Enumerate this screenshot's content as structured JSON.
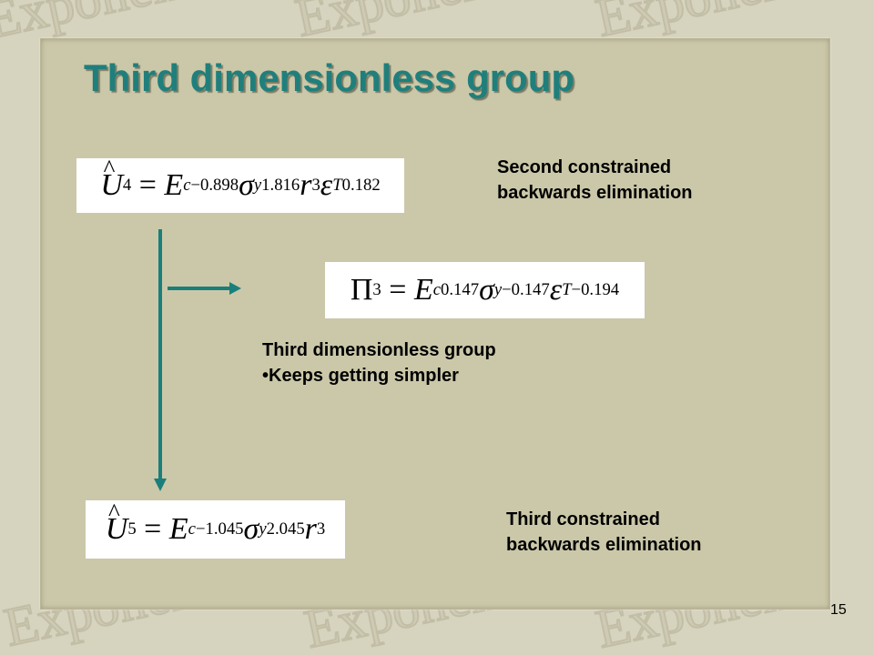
{
  "slide": {
    "title": "Third dimensionless group",
    "page_number": "15",
    "watermark_text": "Exponent"
  },
  "equations": {
    "eq1": {
      "lhs_symbol": "U",
      "lhs_sub": "4",
      "e_sub": "c",
      "e_exp": "−0.898",
      "sigma_sub": "y",
      "sigma_exp": "1.816",
      "r_exp": "3",
      "eps_sub": "T",
      "eps_exp": "0.182"
    },
    "eq2": {
      "lhs_symbol": "Π",
      "lhs_sub": "3",
      "e_sub": "c",
      "e_exp": "0.147",
      "sigma_sub": "y",
      "sigma_exp": "−0.147",
      "eps_sub": "T",
      "eps_exp": "−0.194"
    },
    "eq3": {
      "lhs_symbol": "U",
      "lhs_sub": "5",
      "e_sub": "c",
      "e_exp": "−1.045",
      "sigma_sub": "y",
      "sigma_exp": "2.045",
      "r_exp": "3"
    }
  },
  "labels": {
    "second_line1": "Second constrained",
    "second_line2": "backwards elimination",
    "third_group_line1": "Third dimensionless group",
    "third_group_bullet": "•Keeps getting simpler",
    "third_line1": "Third constrained",
    "third_line2": "backwards elimination"
  },
  "colors": {
    "title": "#1f7f7c",
    "arrow": "#1a7f7a",
    "panel": "#cbc8a9",
    "background": "#d6d3be"
  }
}
